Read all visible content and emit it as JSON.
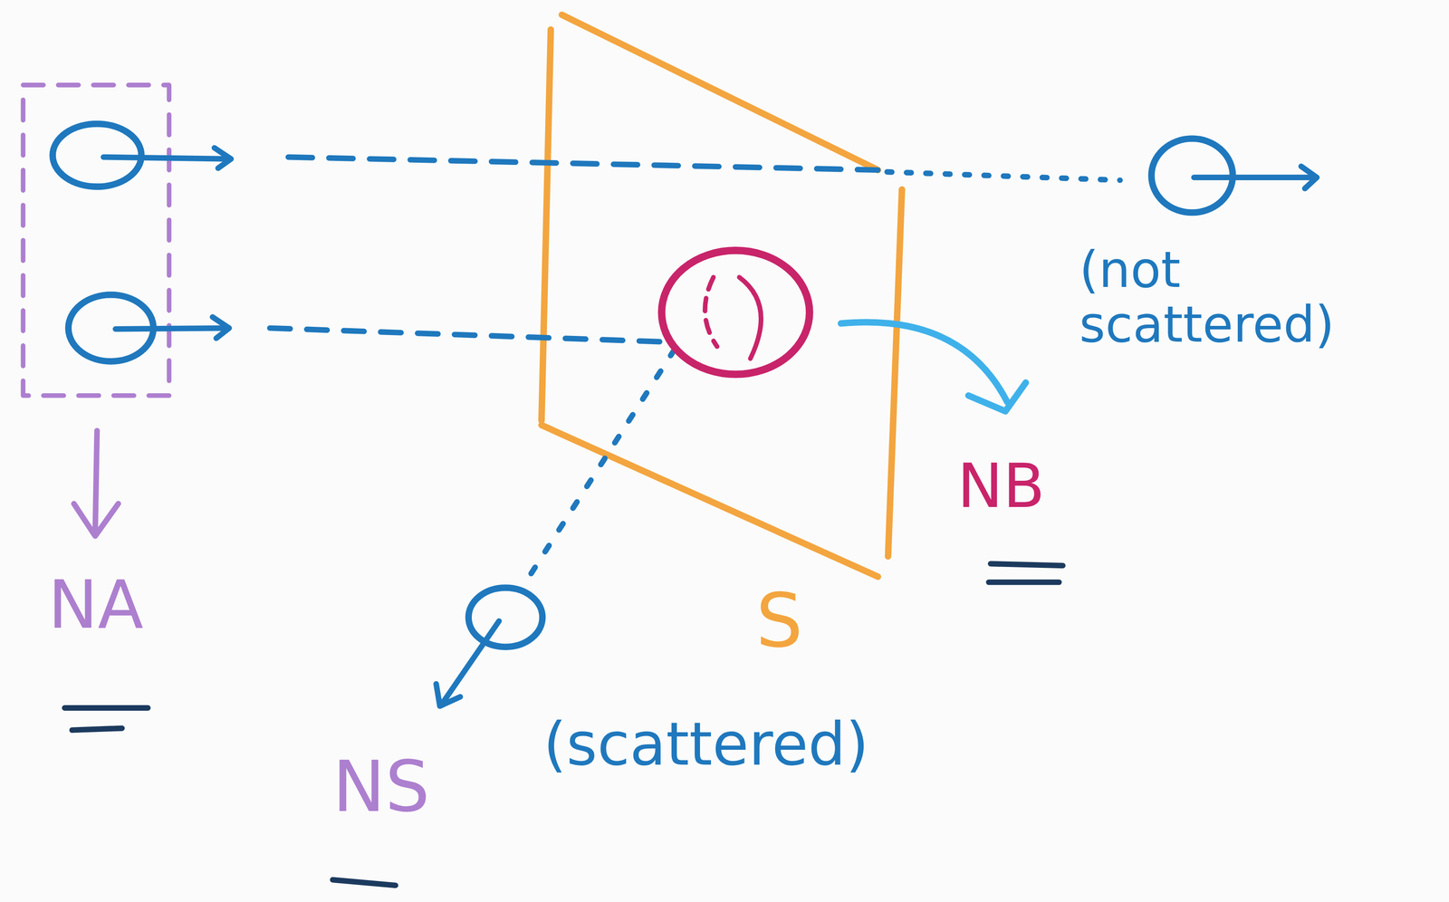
{
  "diagram": {
    "labels": [
      "NA",
      "NB",
      "NS",
      "S",
      "(not scattered)",
      "(scattered)"
    ]
  }
}
